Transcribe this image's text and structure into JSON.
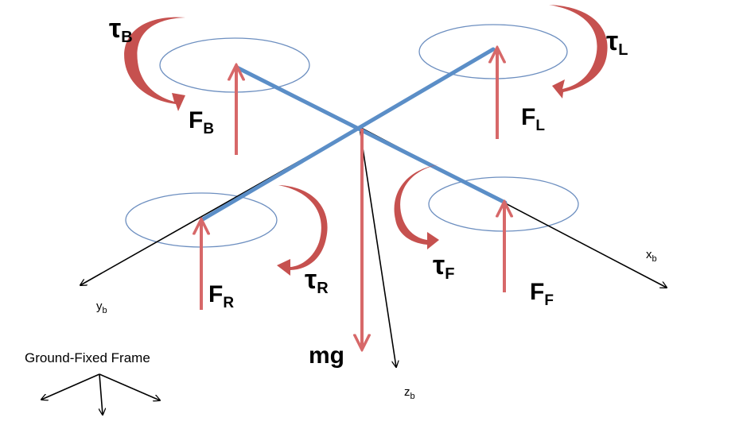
{
  "colors": {
    "arm": "#5b8ec7",
    "force": "#d76869",
    "torque": "#c6514f",
    "rotor": "#6d8fc0",
    "axis": "#000000"
  },
  "rotors": {
    "back": {
      "force": "F",
      "force_sub": "B",
      "torque": "τ",
      "torque_sub": "B"
    },
    "left": {
      "force": "F",
      "force_sub": "L",
      "torque": "τ",
      "torque_sub": "L"
    },
    "right": {
      "force": "F",
      "force_sub": "R",
      "torque": "τ",
      "torque_sub": "R"
    },
    "front": {
      "force": "F",
      "force_sub": "F",
      "torque": "τ",
      "torque_sub": "F"
    }
  },
  "gravity": {
    "label": "mg"
  },
  "body_axes": {
    "x": {
      "main": "x",
      "sub": "b"
    },
    "y": {
      "main": "y",
      "sub": "b"
    },
    "z": {
      "main": "z",
      "sub": "b"
    }
  },
  "ground_frame": {
    "label": "Ground-Fixed Frame"
  }
}
